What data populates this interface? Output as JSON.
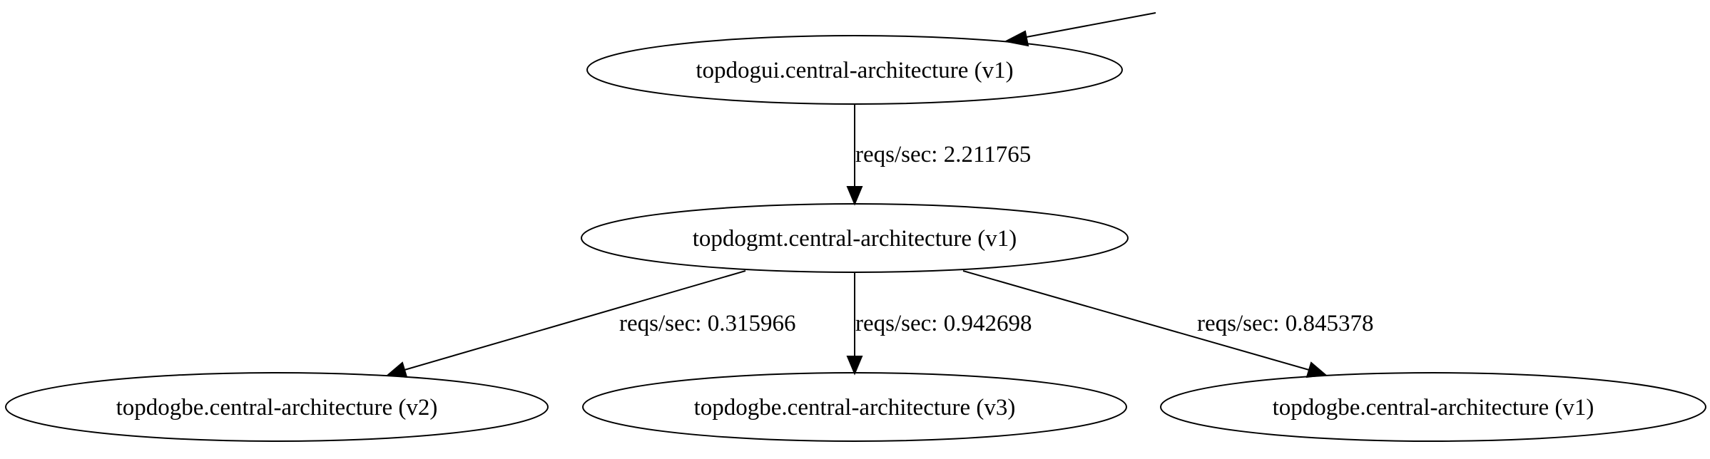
{
  "nodes": {
    "ui_v1": {
      "label": "topdogui.central-architecture (v1)"
    },
    "mt_v1": {
      "label": "topdogmt.central-architecture (v1)"
    },
    "be_v2": {
      "label": "topdogbe.central-architecture (v2)"
    },
    "be_v3": {
      "label": "topdogbe.central-architecture (v3)"
    },
    "be_v1": {
      "label": "topdogbe.central-architecture (v1)"
    }
  },
  "edges": {
    "entry_to_ui": {
      "label": ""
    },
    "ui_to_mt": {
      "label": "reqs/sec: 2.211765"
    },
    "mt_to_be_v2": {
      "label": "reqs/sec: 0.315966"
    },
    "mt_to_be_v3": {
      "label": "reqs/sec: 0.942698"
    },
    "mt_to_be_v1": {
      "label": "reqs/sec: 0.845378"
    }
  },
  "colors": {
    "stroke": "#000000",
    "background": "#ffffff"
  }
}
